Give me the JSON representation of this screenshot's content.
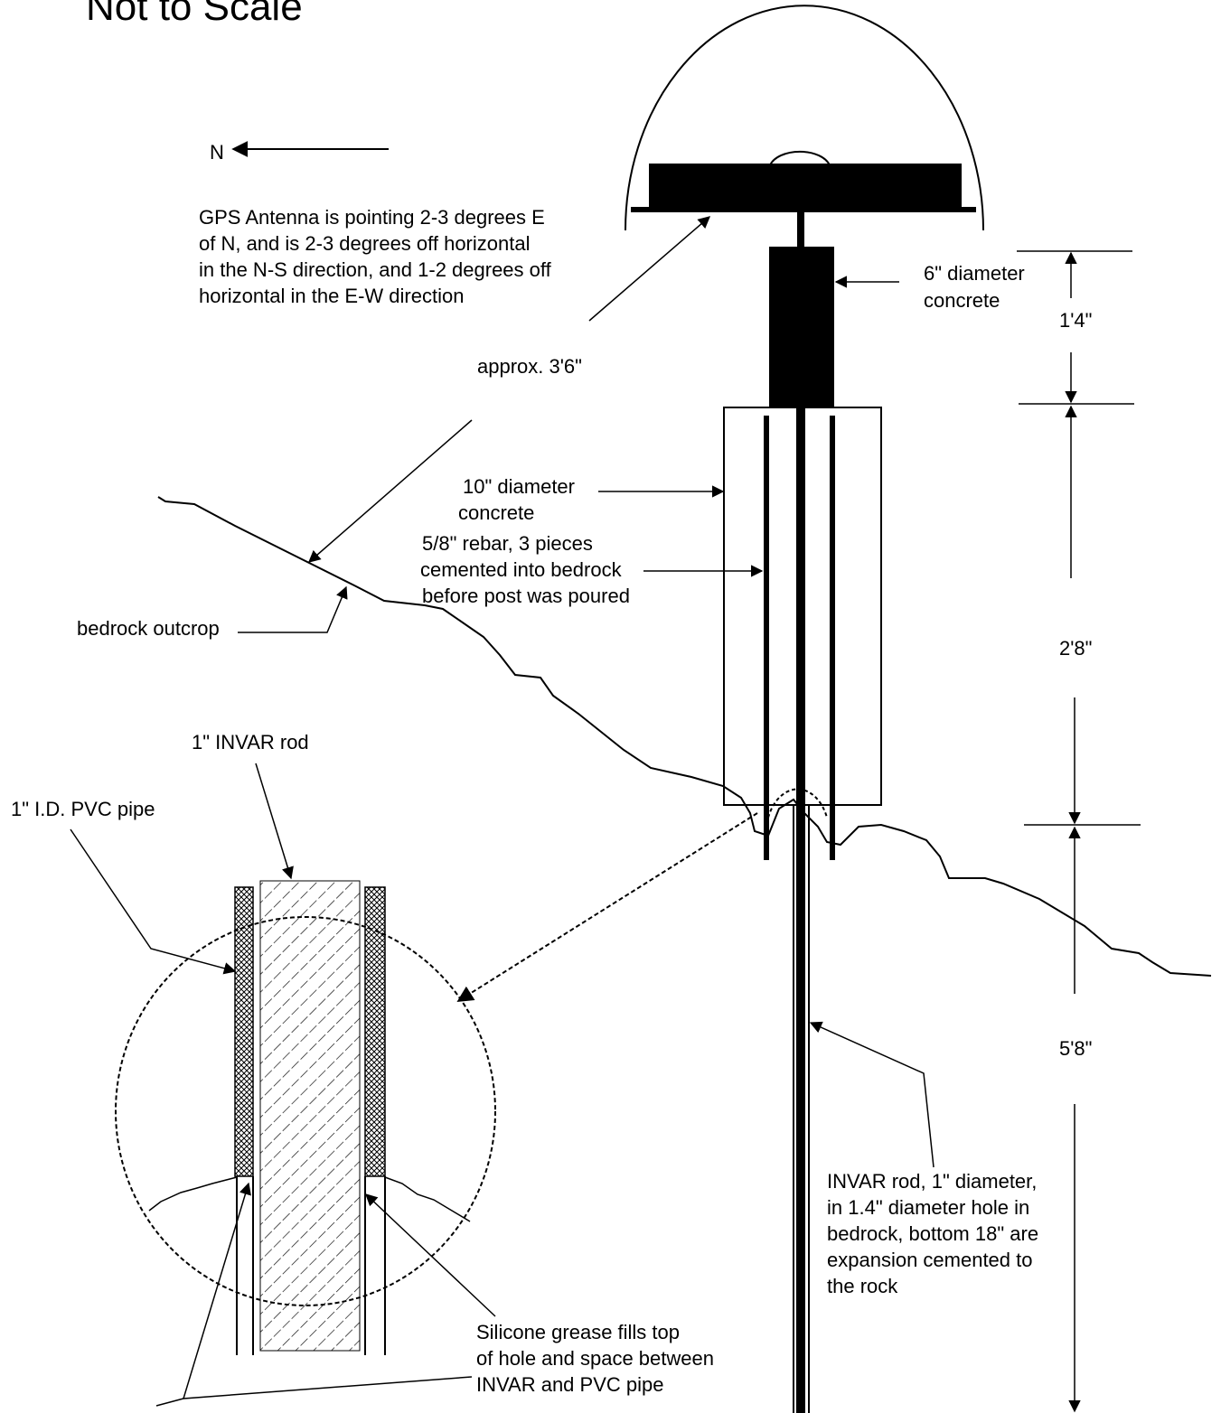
{
  "title": "Not to Scale",
  "north_label": "N",
  "antenna_note": [
    "GPS Antenna is pointing 2-3 degrees E",
    "of N, and is 2-3 degrees off horizontal",
    "in the N-S direction, and 1-2 degrees off",
    "horizontal in the E-W direction"
  ],
  "approx_label": "approx. 3'6\"",
  "concrete6": [
    "6\" diameter",
    "concrete"
  ],
  "concrete10": [
    "10\" diameter",
    "concrete"
  ],
  "rebar": [
    "5/8\" rebar, 3 pieces",
    "cemented into bedrock",
    "before post was poured"
  ],
  "bedrock_label": "bedrock outcrop",
  "dim_top": "1'4\"",
  "dim_mid": "2'8\"",
  "dim_bottom": "5'8\"",
  "invar_rod_label": "1\" INVAR rod",
  "pvc_label": "1\" I.D. PVC pipe",
  "invar_note": [
    "INVAR rod, 1\" diameter,",
    "in 1.4\" diameter hole in",
    "bedrock, bottom 18\" are",
    "expansion cemented to",
    "the rock"
  ],
  "silicone_note": [
    "Silicone grease fills top",
    "of hole and space between",
    "INVAR and PVC pipe"
  ]
}
